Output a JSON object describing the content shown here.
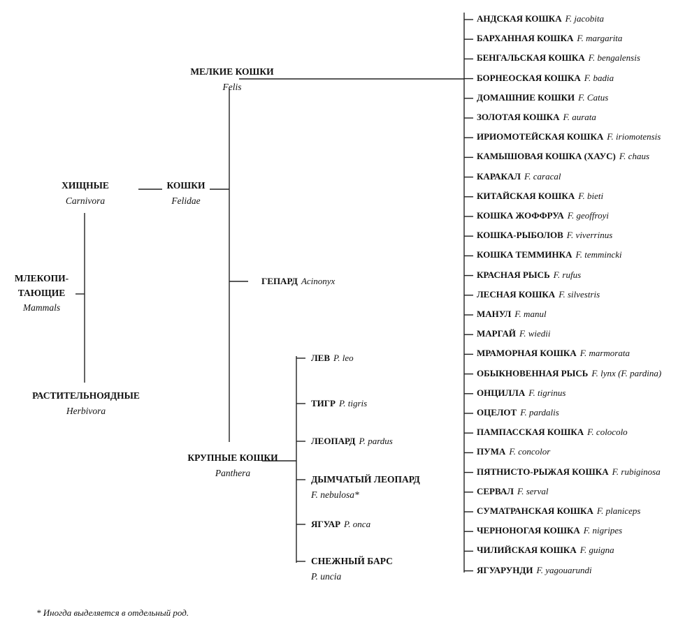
{
  "root": {
    "ru": "МЛЕКОПИ-\nТАЮЩИЕ",
    "lat": "Mammals"
  },
  "carnivora": {
    "ru": "ХИЩНЫЕ",
    "lat": "Carnivora"
  },
  "herbivora": {
    "ru": "РАСТИТЕЛЬНОЯДНЫЕ",
    "lat": "Herbivora"
  },
  "felidae": {
    "ru": "КОШКИ",
    "lat": "Felidae"
  },
  "felis": {
    "ru": "МЕЛКИЕ КОШКИ",
    "lat": "Felis"
  },
  "acinonyx": {
    "ru": "ГЕПАРД",
    "lat": "Acinonyx"
  },
  "panthera": {
    "ru": "КРУПНЫЕ КОШКИ",
    "lat": "Panthera"
  },
  "panthera_species": [
    {
      "ru": "ЛЕВ",
      "lat": "P. leo"
    },
    {
      "ru": "ТИГР",
      "lat": "P. tigris"
    },
    {
      "ru": "ЛЕОПАРД",
      "lat": "P. pardus"
    },
    {
      "ru": "ДЫМЧАТЫЙ ЛЕОПАРД",
      "lat": "F. nebulosa*"
    },
    {
      "ru": "ЯГУАР",
      "lat": "P. onca"
    },
    {
      "ru": "СНЕЖНЫЙ БАРС",
      "lat": "P. uncia"
    }
  ],
  "felis_species": [
    {
      "ru": "АНДСКАЯ КОШКА",
      "lat": "F. jacobita"
    },
    {
      "ru": "БАРХАННАЯ КОШКА",
      "lat": "F. margarita"
    },
    {
      "ru": "БЕНГАЛЬСКАЯ КОШКА",
      "lat": "F. bengalensis"
    },
    {
      "ru": "БОРНЕОСКАЯ КОШКА",
      "lat": "F. badia"
    },
    {
      "ru": "ДОМАШНИЕ КОШКИ",
      "lat": "F. Catus"
    },
    {
      "ru": "ЗОЛОТАЯ КОШКА",
      "lat": "F. aurata"
    },
    {
      "ru": "ИРИОМОТЕЙСКАЯ КОШКА",
      "lat": "F. iriomotensis"
    },
    {
      "ru": "КАМЫШОВАЯ КОШКА (ХАУС)",
      "lat": "F. chaus"
    },
    {
      "ru": "КАРАКАЛ",
      "lat": "F. caracal"
    },
    {
      "ru": "КИТАЙСКАЯ КОШКА",
      "lat": "F. bieti"
    },
    {
      "ru": "КОШКА ЖОФФРУА",
      "lat": "F. geoffroyi"
    },
    {
      "ru": "КОШКА-РЫБОЛОВ",
      "lat": "F. viverrinus"
    },
    {
      "ru": "КОШКА ТЕММИНКА",
      "lat": "F. temmincki"
    },
    {
      "ru": "КРАСНАЯ РЫСЬ",
      "lat": "F. rufus"
    },
    {
      "ru": "ЛЕСНАЯ КОШКА",
      "lat": "F. silvestris"
    },
    {
      "ru": "МАНУЛ",
      "lat": "F. manul"
    },
    {
      "ru": "МАРГАЙ",
      "lat": "F. wiedii"
    },
    {
      "ru": "МРАМОРНАЯ КОШКА",
      "lat": "F. marmorata"
    },
    {
      "ru": "ОБЫКНОВЕННАЯ РЫСЬ",
      "lat": "F. lynx (F. pardina)"
    },
    {
      "ru": "ОНЦИЛЛА",
      "lat": "F. tigrinus"
    },
    {
      "ru": "ОЦЕЛОТ",
      "lat": "F. pardalis"
    },
    {
      "ru": "ПАМПАССКАЯ КОШКА",
      "lat": "F. colocolo"
    },
    {
      "ru": "ПУМА",
      "lat": "F. concolor"
    },
    {
      "ru": "ПЯТНИСТО-РЫЖАЯ КОШКА",
      "lat": "F. rubiginosa"
    },
    {
      "ru": "СЕРВАЛ",
      "lat": "F. serval"
    },
    {
      "ru": "СУМАТРАНСКАЯ КОШКА",
      "lat": "F. planiceps"
    },
    {
      "ru": "ЧЕРНОНОГАЯ КОШКА",
      "lat": "F. nigripes"
    },
    {
      "ru": "ЧИЛИЙСКАЯ КОШКА",
      "lat": "F. guigna"
    },
    {
      "ru": "ЯГУАРУНДИ",
      "lat": "F. yagouarundi"
    }
  ],
  "footnote": "* Иногда выделяется в отдельный род."
}
